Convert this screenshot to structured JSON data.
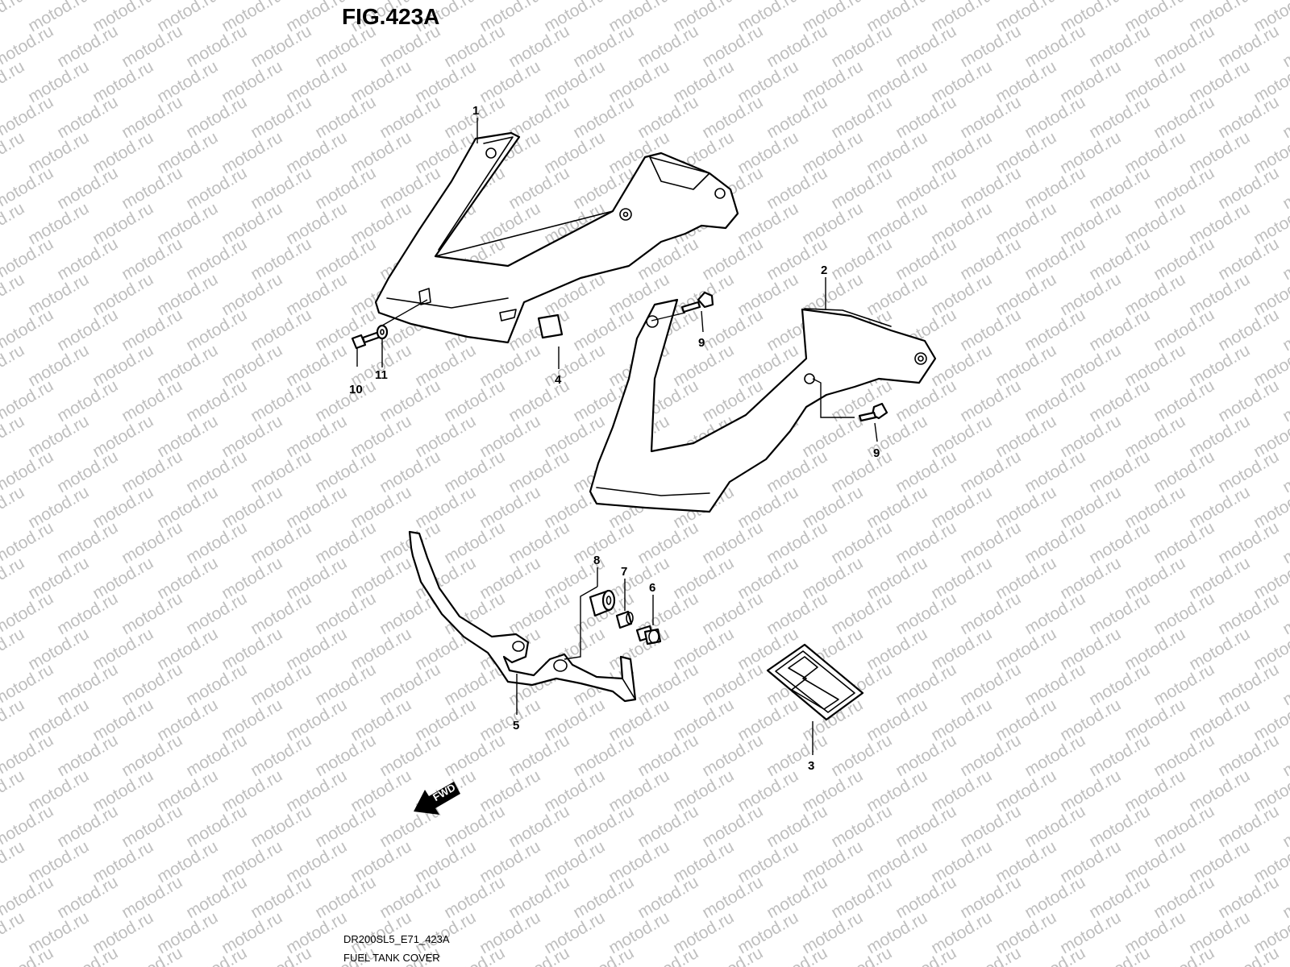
{
  "figure": {
    "title": "FIG.423A"
  },
  "watermark": {
    "text": "motod.ru"
  },
  "callouts": {
    "part_1": "1",
    "part_2": "2",
    "part_3": "3",
    "part_4": "4",
    "part_5": "5",
    "part_6": "6",
    "part_7": "7",
    "part_8": "8",
    "part_9_upper": "9",
    "part_9_lower": "9",
    "part_10": "10",
    "part_11": "11"
  },
  "direction_indicator": {
    "label": "FWD",
    "icon": "forward-arrow-icon"
  },
  "footer": {
    "code": "DR200SL5_E71_423A",
    "caption": "FUEL TANK COVER"
  },
  "colors": {
    "line": "#000000",
    "watermark": "#bfbfbf",
    "background": "#ffffff"
  }
}
